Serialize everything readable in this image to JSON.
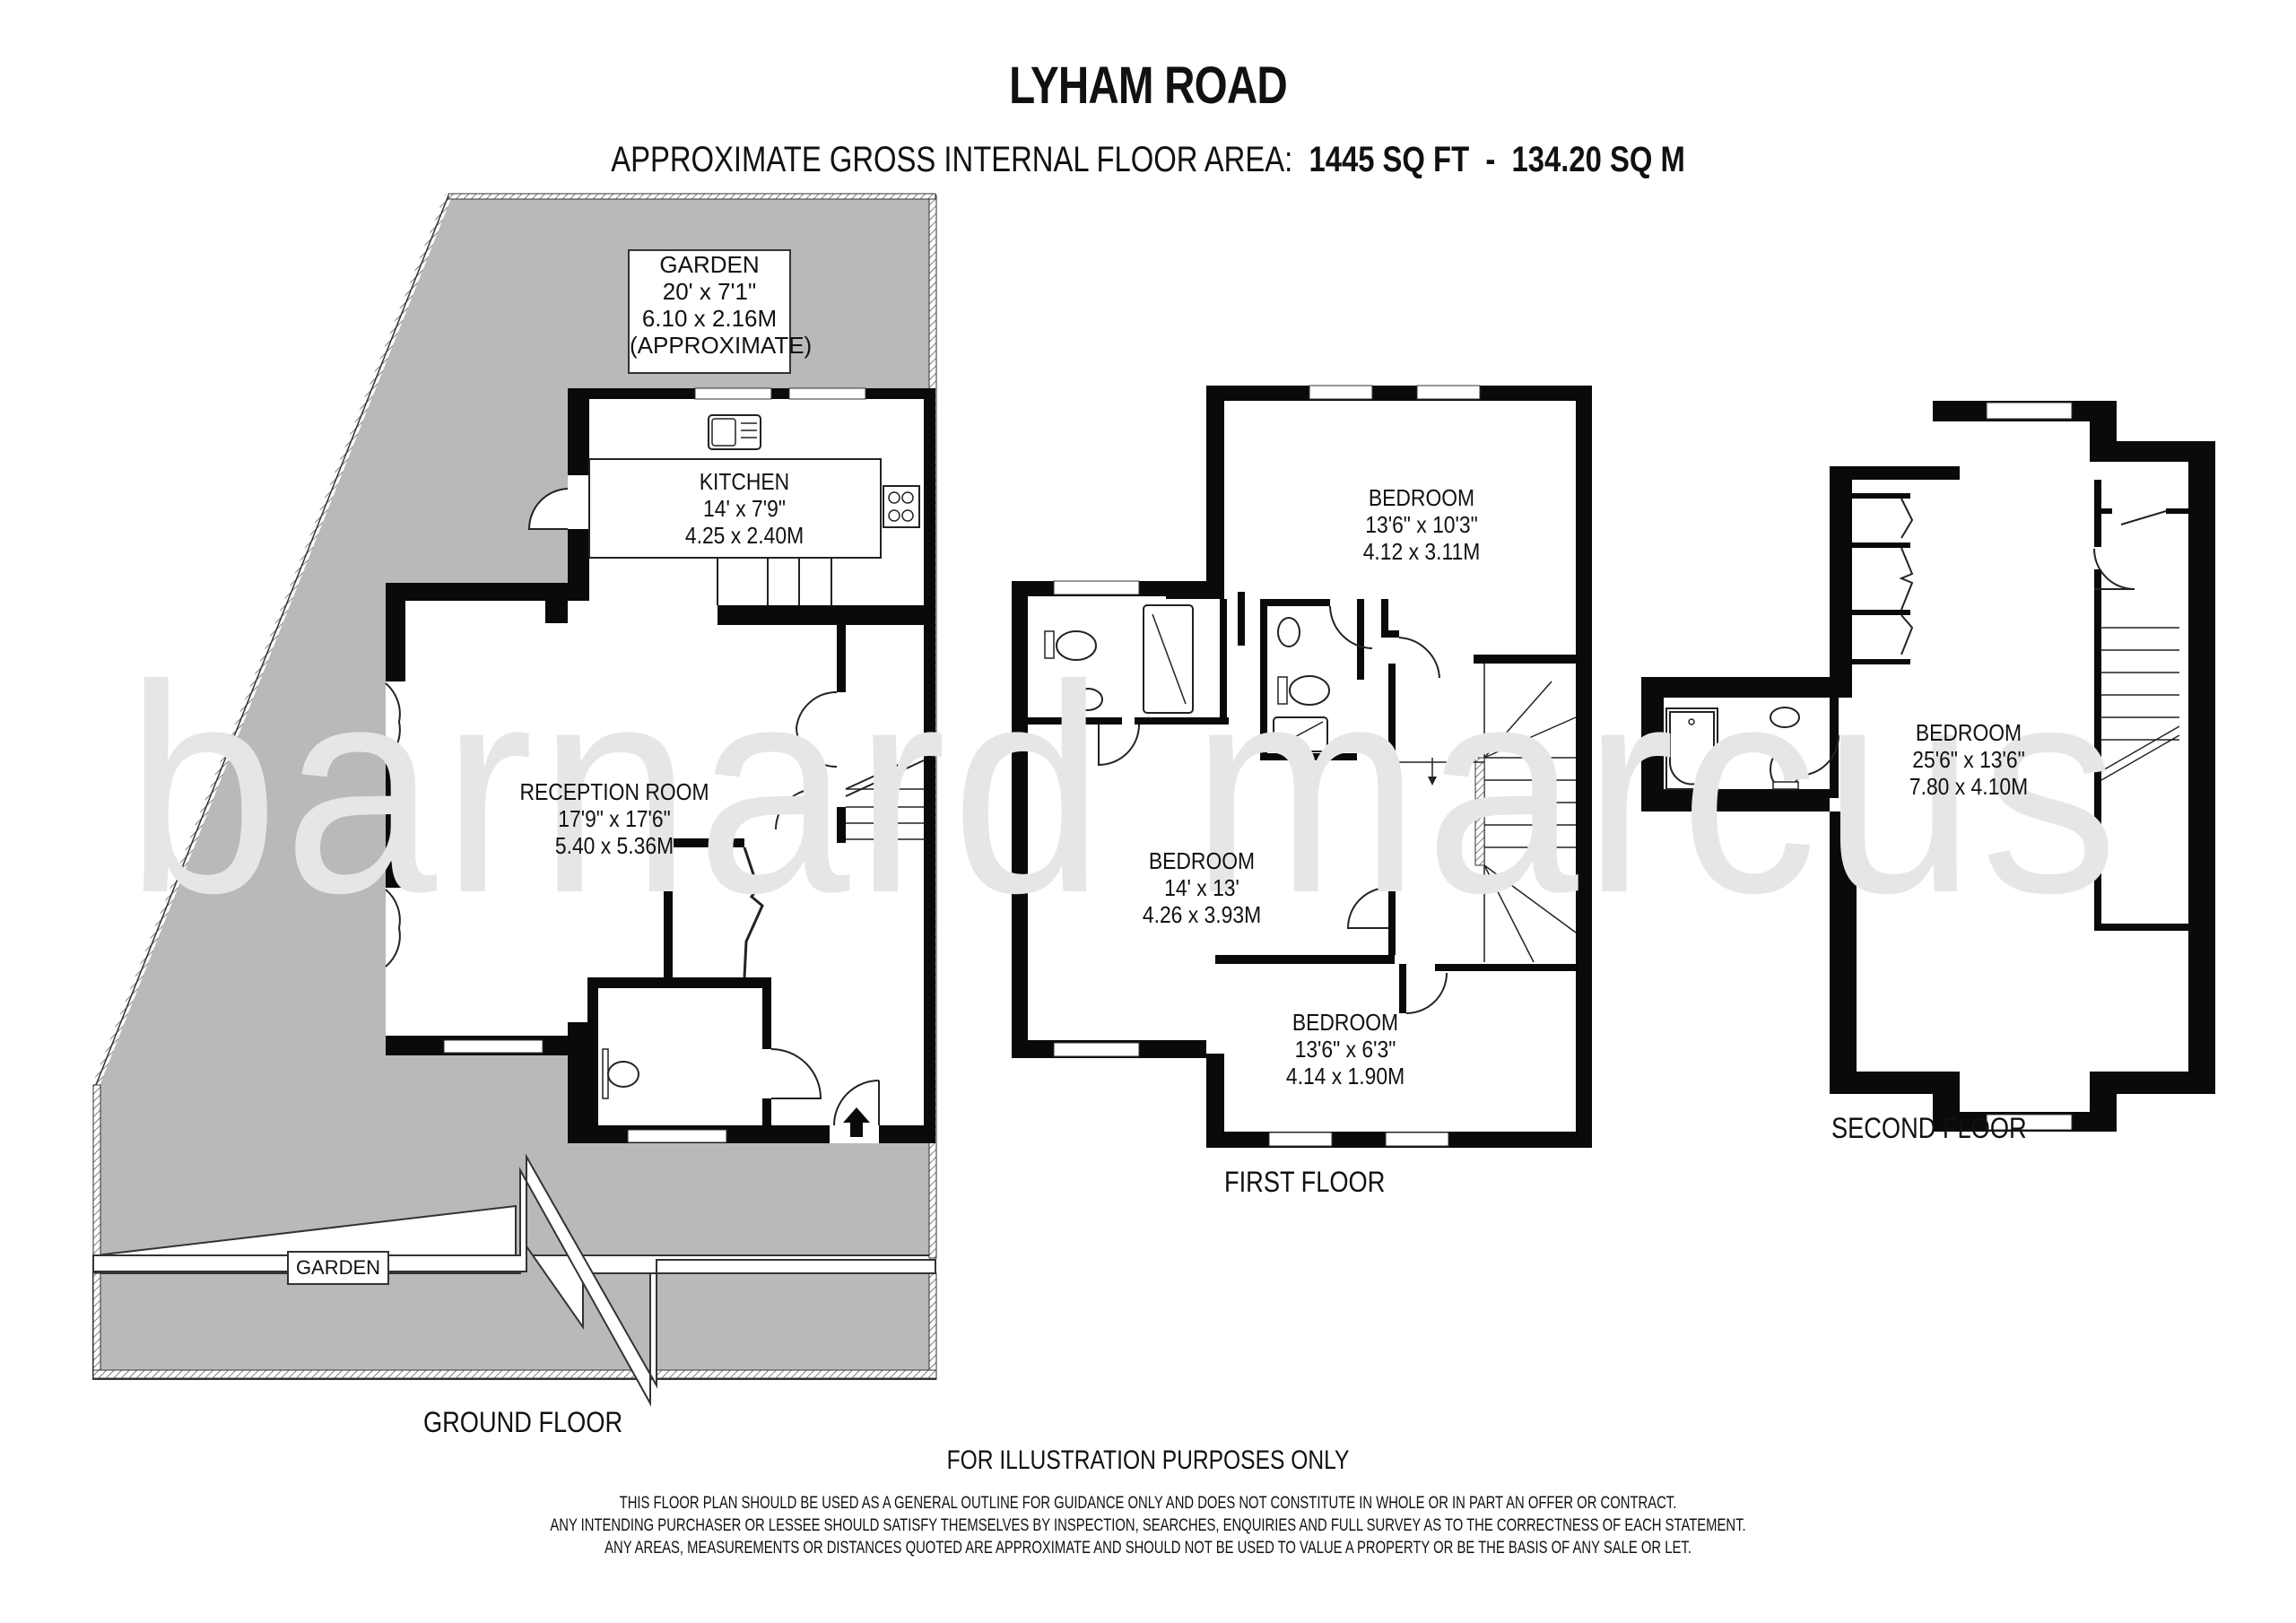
{
  "header": {
    "title": "LYHAM ROAD",
    "area_label": "APPROXIMATE GROSS INTERNAL FLOOR AREA:",
    "area_sqft": "1445 SQ FT",
    "area_sep": "-",
    "area_sqm": "134.20 SQ M"
  },
  "watermark": "barnard marcus",
  "ground_floor": {
    "name": "GROUND FLOOR",
    "garden_top": {
      "name": "GARDEN",
      "imperial": "20' x 7'1\"",
      "metric": "6.10 x 2.16M",
      "note": "(APPROXIMATE)"
    },
    "garden_bottom": {
      "name": "GARDEN"
    },
    "kitchen": {
      "name": "KITCHEN",
      "imperial": "14' x 7'9\"",
      "metric": "4.25 x 2.40M"
    },
    "reception": {
      "name": "RECEPTION ROOM",
      "imperial": "17'9\" x 17'6\"",
      "metric": "5.40 x 5.36M"
    }
  },
  "first_floor": {
    "name": "FIRST FLOOR",
    "bedroom_rear": {
      "name": "BEDROOM",
      "imperial": "13'6\" x 10'3\"",
      "metric": "4.12 x 3.11M"
    },
    "bedroom_main": {
      "name": "BEDROOM",
      "imperial": "14' x 13'",
      "metric": "4.26 x 3.93M"
    },
    "bedroom_front": {
      "name": "BEDROOM",
      "imperial": "13'6\" x 6'3\"",
      "metric": "4.14 x 1.90M"
    }
  },
  "second_floor": {
    "name": "SECOND FLOOR",
    "bedroom": {
      "name": "BEDROOM",
      "imperial": "25'6\" x 13'6\"",
      "metric": "7.80 x 4.10M"
    }
  },
  "footer": {
    "illustration": "FOR ILLUSTRATION PURPOSES ONLY",
    "lines": [
      "THIS FLOOR PLAN SHOULD BE USED AS A GENERAL OUTLINE FOR GUIDANCE ONLY AND DOES NOT CONSTITUTE IN WHOLE OR IN PART AN OFFER OR CONTRACT.",
      "ANY INTENDING PURCHASER OR LESSEE SHOULD SATISFY THEMSELVES BY INSPECTION, SEARCHES, ENQUIRIES AND FULL SURVEY AS TO THE CORRECTNESS OF EACH STATEMENT.",
      "ANY AREAS, MEASUREMENTS OR DISTANCES QUOTED ARE APPROXIMATE AND SHOULD NOT BE USED TO VALUE A PROPERTY OR BE THE BASIS OF ANY SALE OR LET."
    ]
  },
  "colors": {
    "wall": "#0a0a0a",
    "garden_fill": "#b9b9b9",
    "watermark": "#e6e6e6",
    "text": "#111111"
  }
}
